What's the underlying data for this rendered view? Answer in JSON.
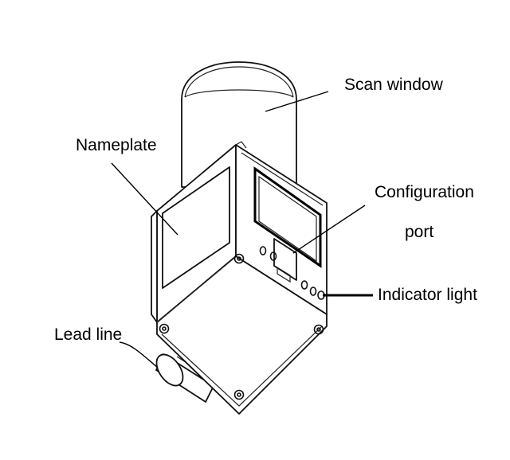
{
  "labels": {
    "scan_window": "Scan window",
    "nameplate": "Nameplate",
    "configuration_port_line1": "Configuration",
    "configuration_port_line2": "port",
    "indicator_light": "Indicator light",
    "lead_line": "Lead line"
  },
  "colors": {
    "line": "#000000",
    "background": "#ffffff"
  }
}
